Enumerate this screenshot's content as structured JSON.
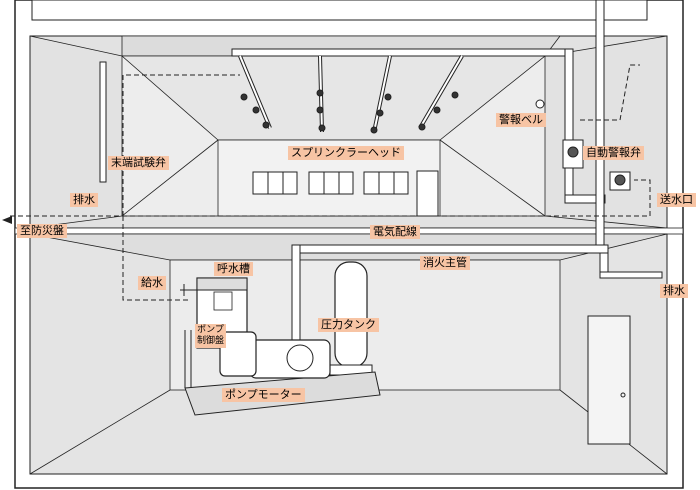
{
  "labels": {
    "sprinkler_head": "スプリンクラーヘッド",
    "alarm_bell": "警報ベル",
    "automatic_alarm_valve": "自動警報弁",
    "end_test_valve": "末端試験弁",
    "drain_left": "排水",
    "drain_right": "排水",
    "siamese_connection": "送水口",
    "to_disaster_center": "至防災盤",
    "electrical_wiring": "電気配線",
    "water_supply": "給水",
    "priming_tank": "呼水槽",
    "fire_main": "消火主管",
    "pump_control_panel_line1": "ポンプ",
    "pump_control_panel_line2": "制御盤",
    "pressure_tank": "圧力タンク",
    "pump_motor": "ポンプモーター"
  },
  "colors": {
    "label_bg": "#f7c4a4",
    "room_fill": "#e2e2e2",
    "line": "#222222",
    "pipe_fill": "#ffffff"
  },
  "icons": {
    "left_arrow": "arrow-left-icon"
  }
}
